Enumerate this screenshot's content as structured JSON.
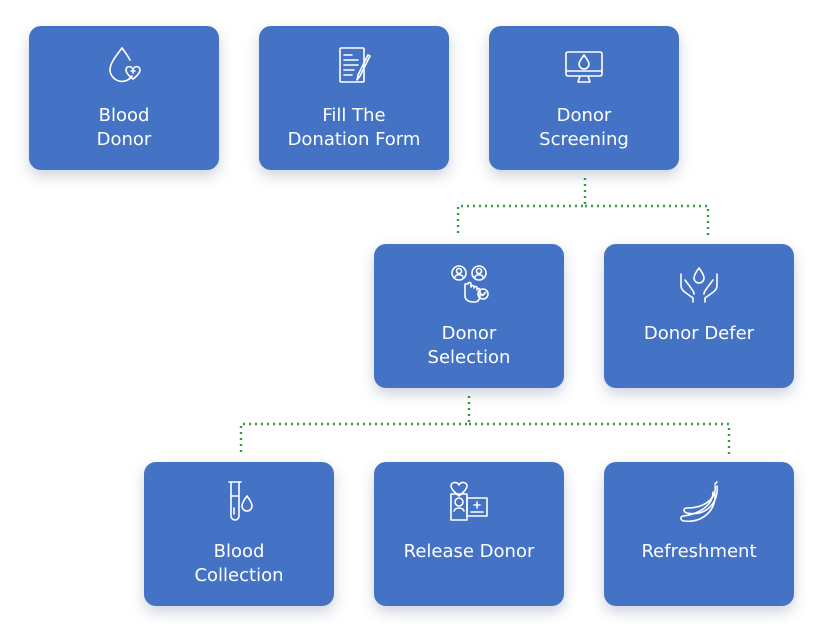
{
  "steps": {
    "blood_donor": {
      "label": "Blood\nDonor",
      "icon": "blood-drop-heart-icon"
    },
    "fill_form": {
      "label": "Fill The\nDonation Form",
      "icon": "form-pen-icon"
    },
    "screening": {
      "label": "Donor\nScreening",
      "icon": "monitor-drop-icon"
    },
    "selection": {
      "label": "Donor\nSelection",
      "icon": "select-people-icon"
    },
    "defer": {
      "label": "Donor Defer",
      "icon": "hands-drop-icon"
    },
    "collection": {
      "label": "Blood\nCollection",
      "icon": "test-tube-drop-icon"
    },
    "release": {
      "label": "Release Donor",
      "icon": "donor-card-icon"
    },
    "refreshment": {
      "label": "Refreshment",
      "icon": "bananas-icon"
    }
  },
  "colors": {
    "box": "#4472c4",
    "connector": "#2e9e3e",
    "text": "#ffffff"
  }
}
